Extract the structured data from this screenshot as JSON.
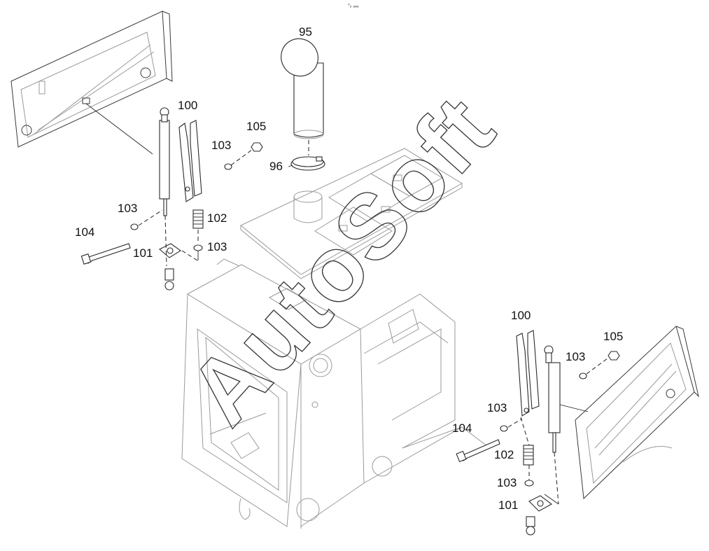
{
  "top_mark": "⁰ₒ ₐₐₐ",
  "callouts": {
    "c95": "95",
    "c96": "96",
    "c100_left": "100",
    "c105_left": "105",
    "c103_left_top": "103",
    "c103_left_mid": "103",
    "c102_left": "102",
    "c103_left_low": "103",
    "c104_left": "104",
    "c101_left": "101",
    "c100_right": "100",
    "c105_right": "105",
    "c103_right_top": "103",
    "c103_right_mid": "103",
    "c104_right": "104",
    "c102_right": "102",
    "c103_right_low": "103",
    "c101_right": "101"
  },
  "watermark": "AutoSoft",
  "colors": {
    "line": "#3a3a3a",
    "light_line": "#9a9a9a",
    "ink": "#111111"
  }
}
